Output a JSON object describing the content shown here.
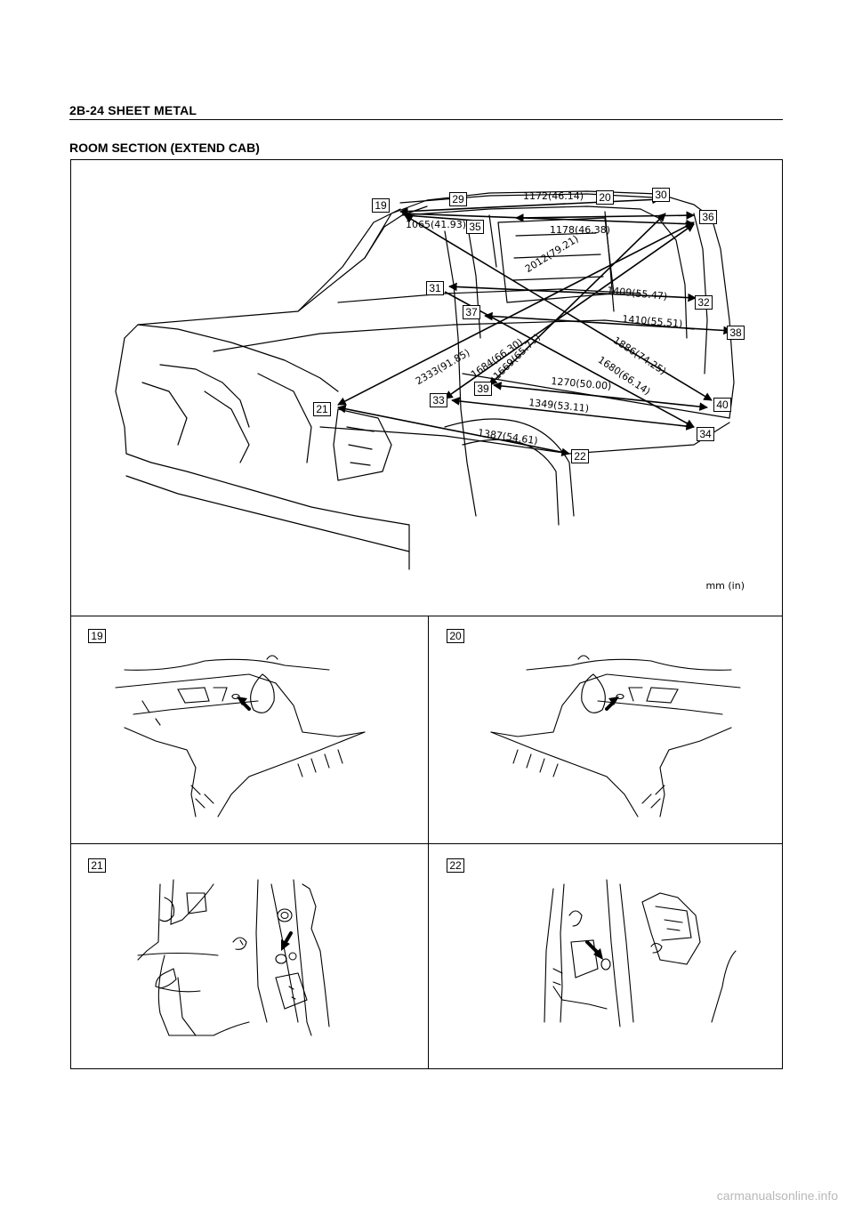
{
  "header": {
    "title": "2B-24  SHEET METAL"
  },
  "section": {
    "title": "ROOM SECTION (EXTEND CAB)"
  },
  "figure": {
    "units_label": "mm (in)",
    "point_tags": [
      "19",
      "29",
      "20",
      "30",
      "35",
      "36",
      "31",
      "32",
      "37",
      "38",
      "39",
      "33",
      "21",
      "40",
      "34",
      "22"
    ],
    "measurements": [
      "1172(46.14)",
      "1065(41.93)",
      "1178(46.38)",
      "2012(79.21)",
      "1409(55.47)",
      "1410(55.51)",
      "1886(74.25)",
      "2333(91.85)",
      "1684(66.30)",
      "1669(65.71)",
      "1680(66.14)",
      "1270(50.00)",
      "1349(53.11)",
      "1387(54.61)"
    ]
  },
  "detail_panels": [
    {
      "label": "19"
    },
    {
      "label": "20"
    },
    {
      "label": "21"
    },
    {
      "label": "22"
    }
  ],
  "watermark": "carmanualsonline.info"
}
